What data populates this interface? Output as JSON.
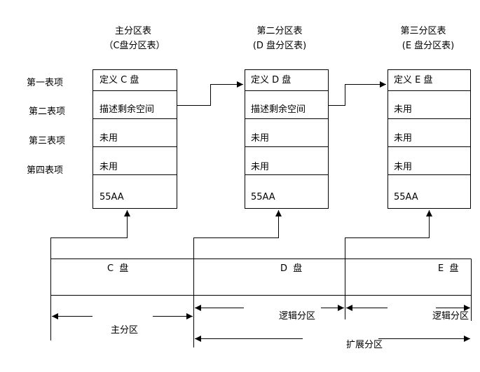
{
  "tables": [
    {
      "title": "主分区表",
      "subtitle": "（C盘分区表）",
      "rows": [
        "定义 C 盘",
        "描述剩余空间",
        "未用",
        "未用",
        "55AA"
      ]
    },
    {
      "title": "第二分区表",
      "subtitle": "(D 盘分区表)",
      "rows": [
        "定义 D 盘",
        "描述剩余空间",
        "未用",
        "未用",
        "55AA"
      ]
    },
    {
      "title": "第三分区表",
      "subtitle": "(E 盘分区表)",
      "rows": [
        "定义 E 盘",
        "未用",
        "未用",
        "未用",
        "55AA"
      ]
    }
  ],
  "row_labels": [
    "第一表项",
    "第二表项",
    "第三表项",
    "第四表项"
  ],
  "disk": {
    "drives": [
      "C  盘",
      "D  盘",
      "E  盘"
    ]
  },
  "ranges": {
    "primary": "主分区",
    "logical_d": "逻辑分区",
    "logical_e": "逻辑分区",
    "extended": "扩展分区"
  }
}
